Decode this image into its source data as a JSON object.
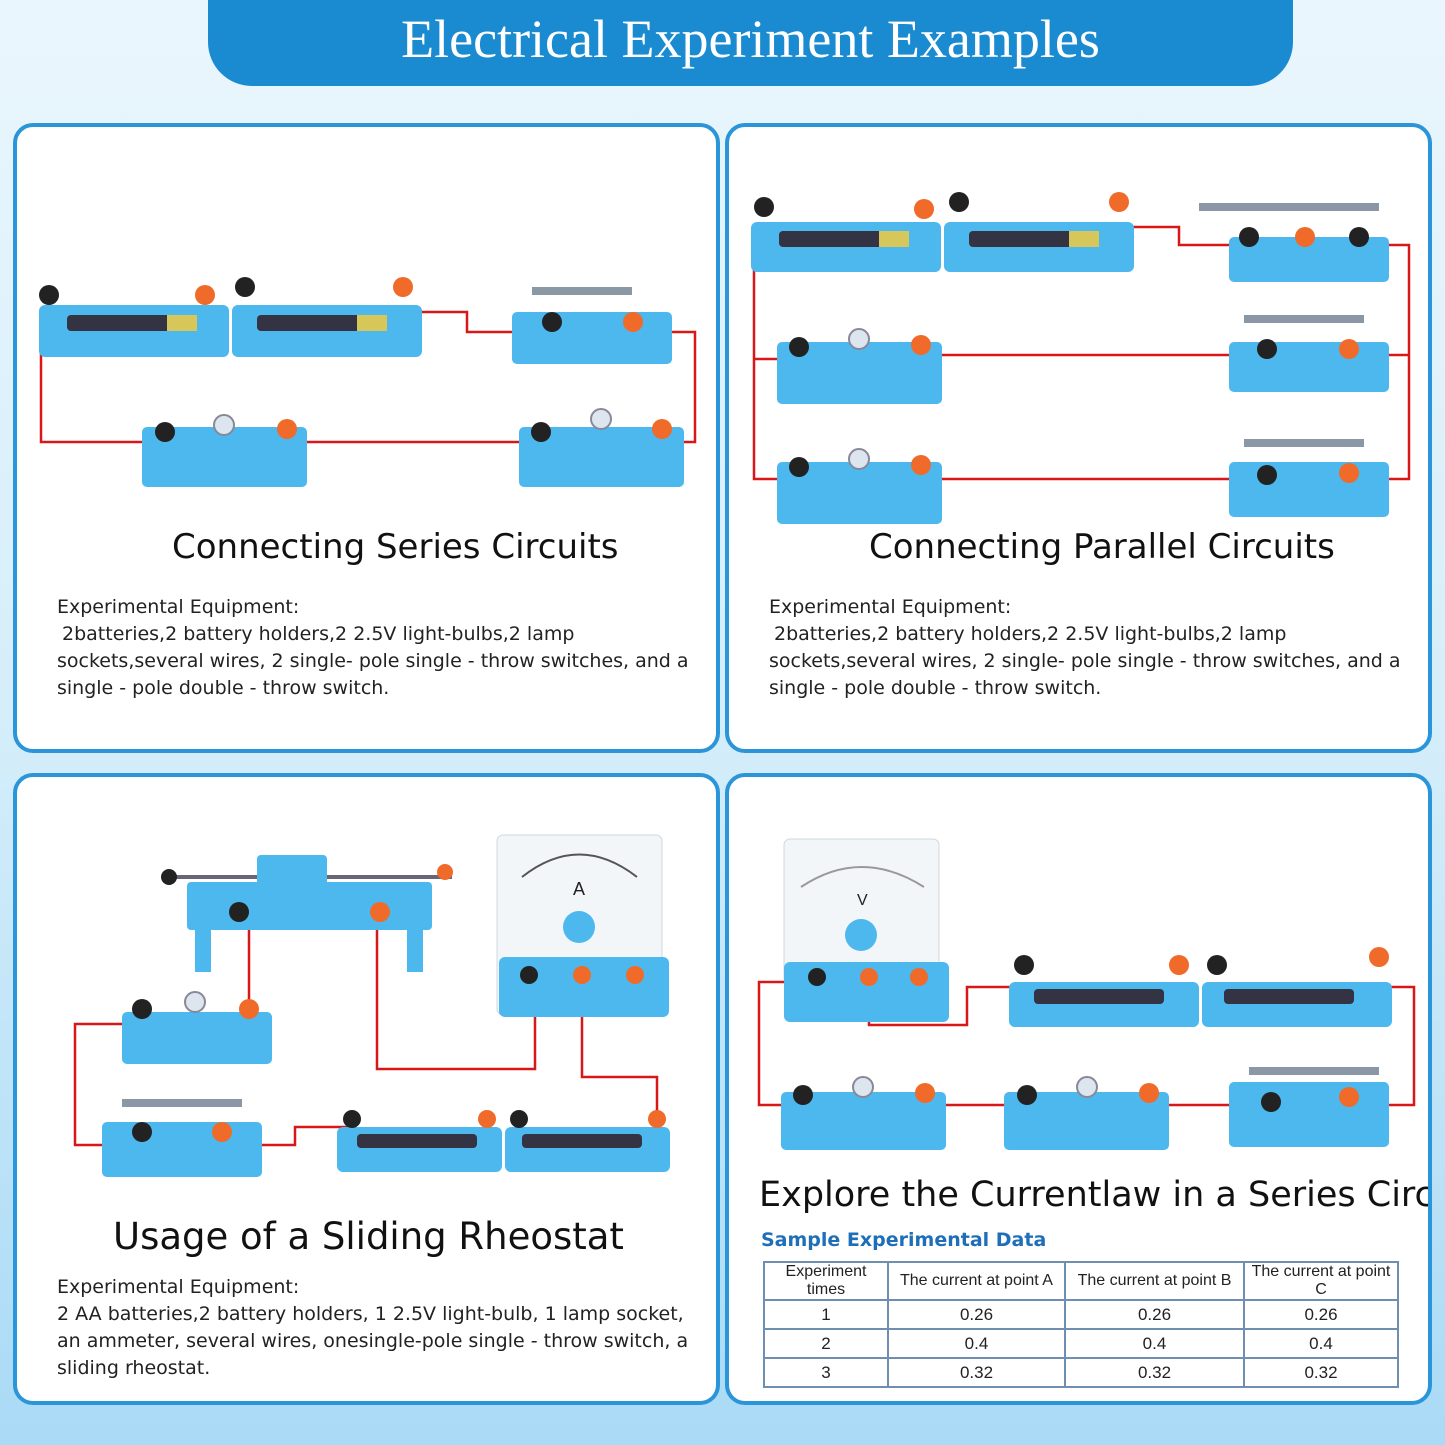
{
  "banner": {
    "title": "Electrical Experiment Examples"
  },
  "panels": [
    {
      "title": "Connecting Series Circuits",
      "equipment_label": "Experimental Equipment:",
      "equipment_text": "2batteries,2 battery holders,2 2.5V light-bulbs,2 lamp sockets,several wires, 2 single- pole single - throw switches, and a single - pole double - throw switch."
    },
    {
      "title": "Connecting  Parallel Circuits",
      "equipment_label": "Experimental Equipment:",
      "equipment_text": "2batteries,2 battery holders,2 2.5V light-bulbs,2 lamp sockets,several wires, 2 single- pole single - throw switches, and a single - pole double - throw switch."
    },
    {
      "title": "Usage of a Sliding Rheostat",
      "equipment_label": "Experimental Equipment:",
      "equipment_text": "2 AA batteries,2 battery holders, 1 2.5V light-bulb, 1 lamp socket, an ammeter, several wires, onesingle-pole single - throw switch, a sliding rheostat."
    },
    {
      "title": "Explore the Currentlaw in a Series Circuit",
      "sample_title": "Sample Experimental Data",
      "table": {
        "headers": [
          "Experiment times",
          "The current  at point A",
          "The current  at point B",
          "The current  at point C"
        ],
        "rows": [
          [
            "1",
            "0.26",
            "0.26",
            "0.26"
          ],
          [
            "2",
            "0.4",
            "0.4",
            "0.4"
          ],
          [
            "3",
            "0.32",
            "0.32",
            "0.32"
          ]
        ]
      }
    }
  ],
  "meters": {
    "ammeter_label": "A",
    "voltmeter_label": "V"
  },
  "colors": {
    "banner": "#1b8bd1",
    "border": "#2a95d8",
    "component": "#4cb8ee",
    "wire": "#d81818",
    "terminal_black": "#222222",
    "terminal_orange": "#f06a2a",
    "sample_title": "#1e6fb8"
  }
}
